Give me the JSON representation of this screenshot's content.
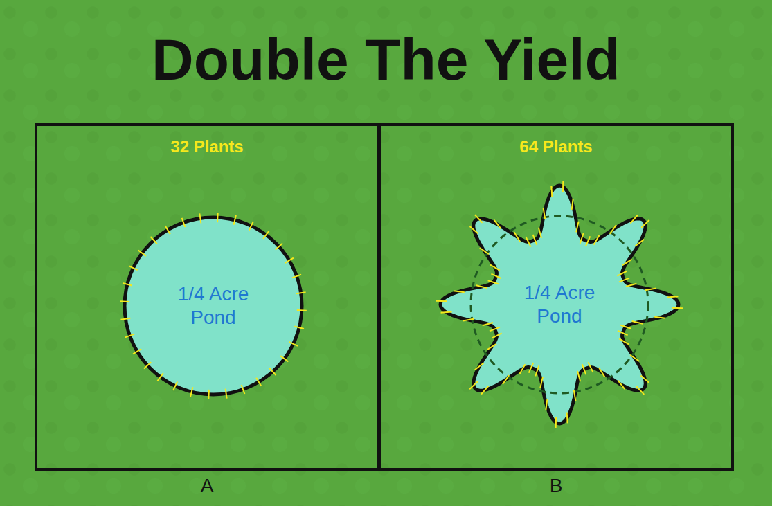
{
  "diagram": {
    "title": "Double The Yield",
    "nodes": [
      {
        "text": [
          "32 Plants",
          "A"
        ]
      },
      {
        "text": [
          "1/4 Acre Pond"
        ],
        "in": 0
      },
      {
        "text": [
          "64 Plants",
          "B"
        ]
      },
      {
        "text": [
          "1/4 Acre Pond"
        ],
        "in": 2
      }
    ]
  }
}
